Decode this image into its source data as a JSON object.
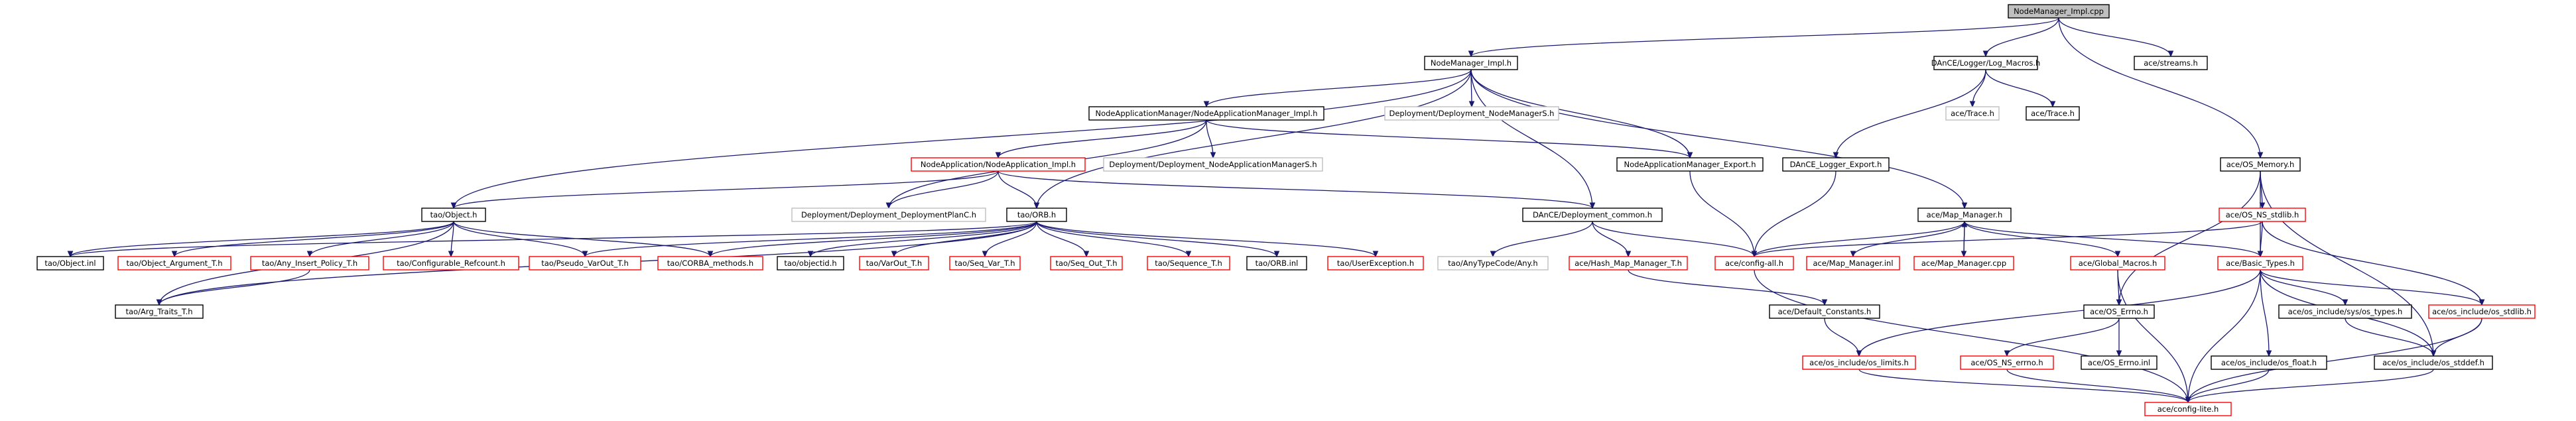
{
  "title": "NodeManager_Impl.cpp",
  "colors": {
    "edge": "#191970",
    "border_documented": "#000000",
    "border_undocumented": "#ff0000",
    "border_missing": "#bfbfbf",
    "root_fill": "#bfbfbf"
  },
  "nodes": [
    {
      "id": "root",
      "label": "NodeManager_Impl.cpp",
      "kind": "root"
    },
    {
      "id": "nmi_h",
      "label": "NodeManager_Impl.h",
      "kind": "documented"
    },
    {
      "id": "log_macros",
      "label": "DAnCE/Logger/Log_Macros.h",
      "kind": "documented"
    },
    {
      "id": "streams",
      "label": "ace/streams.h",
      "kind": "documented"
    },
    {
      "id": "nam_impl",
      "label": "NodeApplicationManager/NodeApplicationManager_Impl.h",
      "kind": "documented"
    },
    {
      "id": "nmS",
      "label": "Deployment/Deployment_NodeManagerS.h",
      "kind": "missing"
    },
    {
      "id": "ace_trace_m",
      "label": "ace/Trace.h",
      "kind": "missing"
    },
    {
      "id": "ace_trace",
      "label": "ace/Trace.h",
      "kind": "documented"
    },
    {
      "id": "na_impl",
      "label": "NodeApplication/NodeApplication_Impl.h",
      "kind": "undocumented"
    },
    {
      "id": "namS",
      "label": "Deployment/Deployment_NodeApplicationManagerS.h",
      "kind": "missing"
    },
    {
      "id": "nam_export",
      "label": "NodeApplicationManager_Export.h",
      "kind": "documented"
    },
    {
      "id": "logger_export",
      "label": "DAnCE_Logger_Export.h",
      "kind": "documented"
    },
    {
      "id": "os_memory",
      "label": "ace/OS_Memory.h",
      "kind": "documented"
    },
    {
      "id": "tao_object",
      "label": "tao/Object.h",
      "kind": "documented"
    },
    {
      "id": "plan_c",
      "label": "Deployment/Deployment_DeploymentPlanC.h",
      "kind": "missing"
    },
    {
      "id": "tao_orb",
      "label": "tao/ORB.h",
      "kind": "documented"
    },
    {
      "id": "dance_common",
      "label": "DAnCE/Deployment_common.h",
      "kind": "documented"
    },
    {
      "id": "map_manager",
      "label": "ace/Map_Manager.h",
      "kind": "documented"
    },
    {
      "id": "os_ns_stdlib",
      "label": "ace/OS_NS_stdlib.h",
      "kind": "undocumented"
    },
    {
      "id": "object_inl",
      "label": "tao/Object.inl",
      "kind": "documented"
    },
    {
      "id": "object_arg",
      "label": "tao/Object_Argument_T.h",
      "kind": "undocumented"
    },
    {
      "id": "any_insert",
      "label": "tao/Any_Insert_Policy_T.h",
      "kind": "undocumented"
    },
    {
      "id": "conf_refcount",
      "label": "tao/Configurable_Refcount.h",
      "kind": "undocumented"
    },
    {
      "id": "pseudo_varout",
      "label": "tao/Pseudo_VarOut_T.h",
      "kind": "undocumented"
    },
    {
      "id": "corba_methods",
      "label": "tao/CORBA_methods.h",
      "kind": "undocumented"
    },
    {
      "id": "objectid",
      "label": "tao/objectid.h",
      "kind": "documented"
    },
    {
      "id": "varout",
      "label": "tao/VarOut_T.h",
      "kind": "undocumented"
    },
    {
      "id": "seq_var",
      "label": "tao/Seq_Var_T.h",
      "kind": "undocumented"
    },
    {
      "id": "seq_out",
      "label": "tao/Seq_Out_T.h",
      "kind": "undocumented"
    },
    {
      "id": "sequence_t",
      "label": "tao/Sequence_T.h",
      "kind": "undocumented"
    },
    {
      "id": "orb_inl",
      "label": "tao/ORB.inl",
      "kind": "documented"
    },
    {
      "id": "user_exc",
      "label": "tao/UserException.h",
      "kind": "undocumented"
    },
    {
      "id": "anytypecode",
      "label": "tao/AnyTypeCode/Any.h",
      "kind": "missing"
    },
    {
      "id": "hash_map",
      "label": "ace/Hash_Map_Manager_T.h",
      "kind": "undocumented"
    },
    {
      "id": "config_all",
      "label": "ace/config-all.h",
      "kind": "undocumented"
    },
    {
      "id": "map_mgr_inl",
      "label": "ace/Map_Manager.inl",
      "kind": "undocumented"
    },
    {
      "id": "map_mgr_cpp",
      "label": "ace/Map_Manager.cpp",
      "kind": "undocumented"
    },
    {
      "id": "global_macros",
      "label": "ace/Global_Macros.h",
      "kind": "undocumented"
    },
    {
      "id": "basic_types",
      "label": "ace/Basic_Types.h",
      "kind": "undocumented"
    },
    {
      "id": "arg_traits",
      "label": "tao/Arg_Traits_T.h",
      "kind": "documented"
    },
    {
      "id": "default_consts",
      "label": "ace/Default_Constants.h",
      "kind": "documented"
    },
    {
      "id": "os_errno",
      "label": "ace/OS_Errno.h",
      "kind": "documented"
    },
    {
      "id": "sys_types",
      "label": "ace/os_include/sys/os_types.h",
      "kind": "documented"
    },
    {
      "id": "os_stdlib",
      "label": "ace/os_include/os_stdlib.h",
      "kind": "undocumented"
    },
    {
      "id": "os_limits",
      "label": "ace/os_include/os_limits.h",
      "kind": "undocumented"
    },
    {
      "id": "os_ns_errno",
      "label": "ace/OS_NS_errno.h",
      "kind": "undocumented"
    },
    {
      "id": "os_errno_inl",
      "label": "ace/OS_Errno.inl",
      "kind": "documented"
    },
    {
      "id": "os_float",
      "label": "ace/os_include/os_float.h",
      "kind": "documented"
    },
    {
      "id": "os_stddef",
      "label": "ace/os_include/os_stddef.h",
      "kind": "documented"
    },
    {
      "id": "config_lite",
      "label": "ace/config-lite.h",
      "kind": "undocumented"
    }
  ],
  "edges": [
    [
      "root",
      "nmi_h"
    ],
    [
      "root",
      "log_macros"
    ],
    [
      "root",
      "streams"
    ],
    [
      "root",
      "os_memory"
    ],
    [
      "nmi_h",
      "nam_impl"
    ],
    [
      "nmi_h",
      "nmS"
    ],
    [
      "nmi_h",
      "nam_export"
    ],
    [
      "nmi_h",
      "dance_common"
    ],
    [
      "nmi_h",
      "map_manager"
    ],
    [
      "nmi_h",
      "tao_object"
    ],
    [
      "nmi_h",
      "tao_orb"
    ],
    [
      "log_macros",
      "ace_trace_m"
    ],
    [
      "log_macros",
      "ace_trace"
    ],
    [
      "log_macros",
      "logger_export"
    ],
    [
      "nam_impl",
      "na_impl"
    ],
    [
      "nam_impl",
      "namS"
    ],
    [
      "nam_impl",
      "plan_c"
    ],
    [
      "nam_impl",
      "nam_export"
    ],
    [
      "na_impl",
      "tao_object"
    ],
    [
      "na_impl",
      "plan_c"
    ],
    [
      "na_impl",
      "tao_orb"
    ],
    [
      "na_impl",
      "dance_common"
    ],
    [
      "nam_export",
      "config_all"
    ],
    [
      "logger_export",
      "config_all"
    ],
    [
      "os_memory",
      "os_ns_stdlib"
    ],
    [
      "os_memory",
      "os_errno"
    ],
    [
      "os_memory",
      "basic_types"
    ],
    [
      "os_memory",
      "os_stddef"
    ],
    [
      "tao_object",
      "object_inl"
    ],
    [
      "tao_object",
      "object_arg"
    ],
    [
      "tao_object",
      "any_insert"
    ],
    [
      "tao_object",
      "conf_refcount"
    ],
    [
      "tao_object",
      "pseudo_varout"
    ],
    [
      "tao_object",
      "corba_methods"
    ],
    [
      "tao_object",
      "arg_traits"
    ],
    [
      "tao_orb",
      "corba_methods"
    ],
    [
      "tao_orb",
      "objectid"
    ],
    [
      "tao_orb",
      "varout"
    ],
    [
      "tao_orb",
      "seq_var"
    ],
    [
      "tao_orb",
      "seq_out"
    ],
    [
      "tao_orb",
      "sequence_t"
    ],
    [
      "tao_orb",
      "orb_inl"
    ],
    [
      "tao_orb",
      "user_exc"
    ],
    [
      "tao_orb",
      "pseudo_varout"
    ],
    [
      "tao_orb",
      "object_inl"
    ],
    [
      "tao_orb",
      "arg_traits"
    ],
    [
      "dance_common",
      "anytypecode"
    ],
    [
      "dance_common",
      "hash_map"
    ],
    [
      "dance_common",
      "config_all"
    ],
    [
      "map_manager",
      "config_all"
    ],
    [
      "map_manager",
      "map_mgr_inl"
    ],
    [
      "map_manager",
      "map_mgr_cpp"
    ],
    [
      "map_manager",
      "global_macros"
    ],
    [
      "map_manager",
      "basic_types"
    ],
    [
      "map_mgr_cpp",
      "map_manager"
    ],
    [
      "os_ns_stdlib",
      "config_all"
    ],
    [
      "os_ns_stdlib",
      "basic_types"
    ],
    [
      "os_ns_stdlib",
      "os_stdlib"
    ],
    [
      "any_insert",
      "arg_traits"
    ],
    [
      "hash_map",
      "default_consts"
    ],
    [
      "config_all",
      "config_lite"
    ],
    [
      "global_macros",
      "config_lite"
    ],
    [
      "global_macros",
      "os_errno"
    ],
    [
      "basic_types",
      "os_limits"
    ],
    [
      "basic_types",
      "sys_types"
    ],
    [
      "basic_types",
      "os_float"
    ],
    [
      "basic_types",
      "os_stdlib"
    ],
    [
      "basic_types",
      "config_lite"
    ],
    [
      "basic_types",
      "os_stddef"
    ],
    [
      "default_consts",
      "os_limits"
    ],
    [
      "os_errno",
      "os_ns_errno"
    ],
    [
      "os_errno",
      "os_errno_inl"
    ],
    [
      "sys_types",
      "os_stddef"
    ],
    [
      "os_stdlib",
      "os_stddef"
    ],
    [
      "os_stdlib",
      "config_lite"
    ],
    [
      "os_limits",
      "config_lite"
    ],
    [
      "os_ns_errno",
      "config_lite"
    ],
    [
      "os_float",
      "config_lite"
    ],
    [
      "os_stddef",
      "config_lite"
    ]
  ]
}
